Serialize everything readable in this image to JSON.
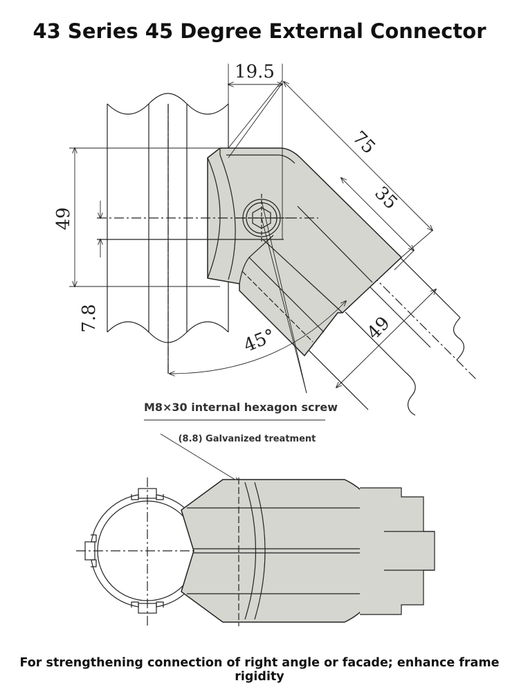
{
  "title": "43 Series 45 Degree External Connector",
  "dimensions": {
    "top_offset": "19.5",
    "diagonal_long": "75",
    "diagonal_short": "35",
    "height_left": "49",
    "width_right": "49",
    "offset_small": "7.8",
    "angle": "45°"
  },
  "screw_label": "M8×30 internal hexagon screw",
  "treatment_label": "(8.8) Galvanized treatment",
  "caption": "For strengthening connection of right angle or facade; enhance frame rigidity",
  "colors": {
    "part_fill": "#d4d6cf",
    "line": "#222222"
  }
}
